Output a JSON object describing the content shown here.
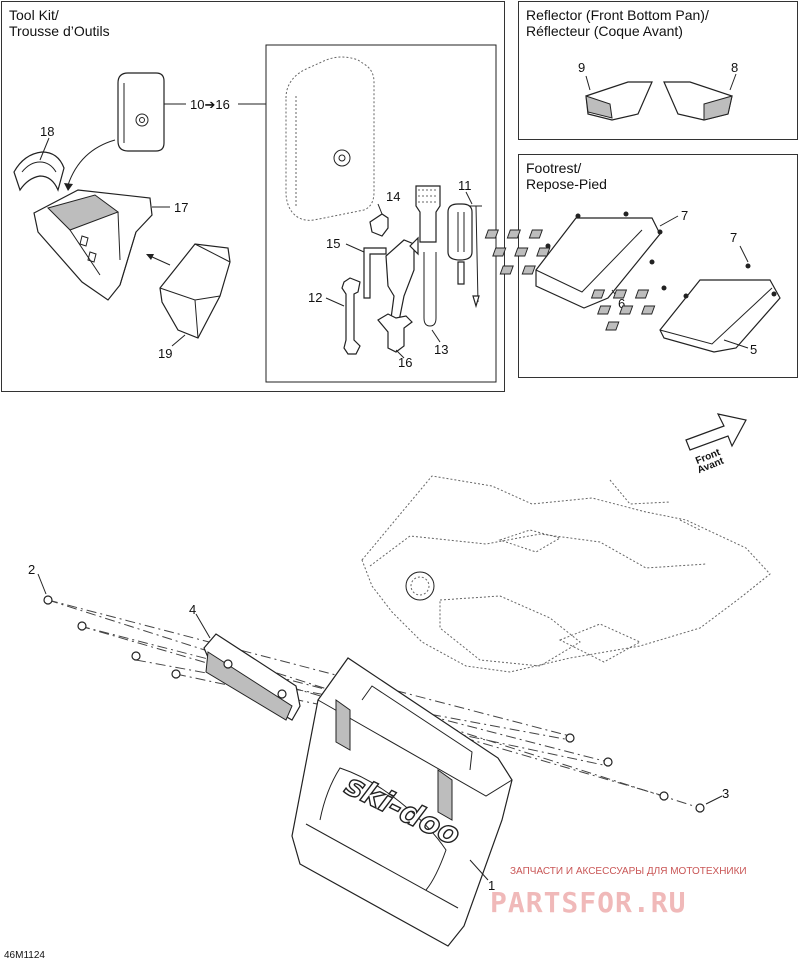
{
  "panels": {
    "tool_kit": {
      "title": "Tool Kit/\nTrousse d’Outils"
    },
    "reflector": {
      "title": "Reflector (Front Bottom Pan)/\nRéflecteur (Coque Avant)"
    },
    "footrest": {
      "title": "Footrest/\nRepose-Pied"
    }
  },
  "callouts": {
    "c18": "18",
    "c17": "17",
    "c19": "19",
    "c10_16": "10➔16",
    "c14": "14",
    "c11": "11",
    "c15": "15",
    "c12": "12",
    "c13": "13",
    "c16": "16",
    "c9": "9",
    "c8": "8",
    "c7a": "7",
    "c7b": "7",
    "c6": "6",
    "c5": "5",
    "c2": "2",
    "c4": "4",
    "c3": "3",
    "c1": "1"
  },
  "arrow_label": {
    "line1": "Front",
    "line2": "Avant"
  },
  "logo_text": "ski-doo",
  "watermark": {
    "top": "ЗАПЧАСТИ И АКСЕССУАРЫ ДЛЯ МОТОТЕХНИКИ",
    "main": "PARTSFOR.RU"
  },
  "figure_code": "46M1124",
  "colors": {
    "line": "#222222",
    "watermark": "#c95656",
    "watermark_light": "#f0b9b9"
  }
}
